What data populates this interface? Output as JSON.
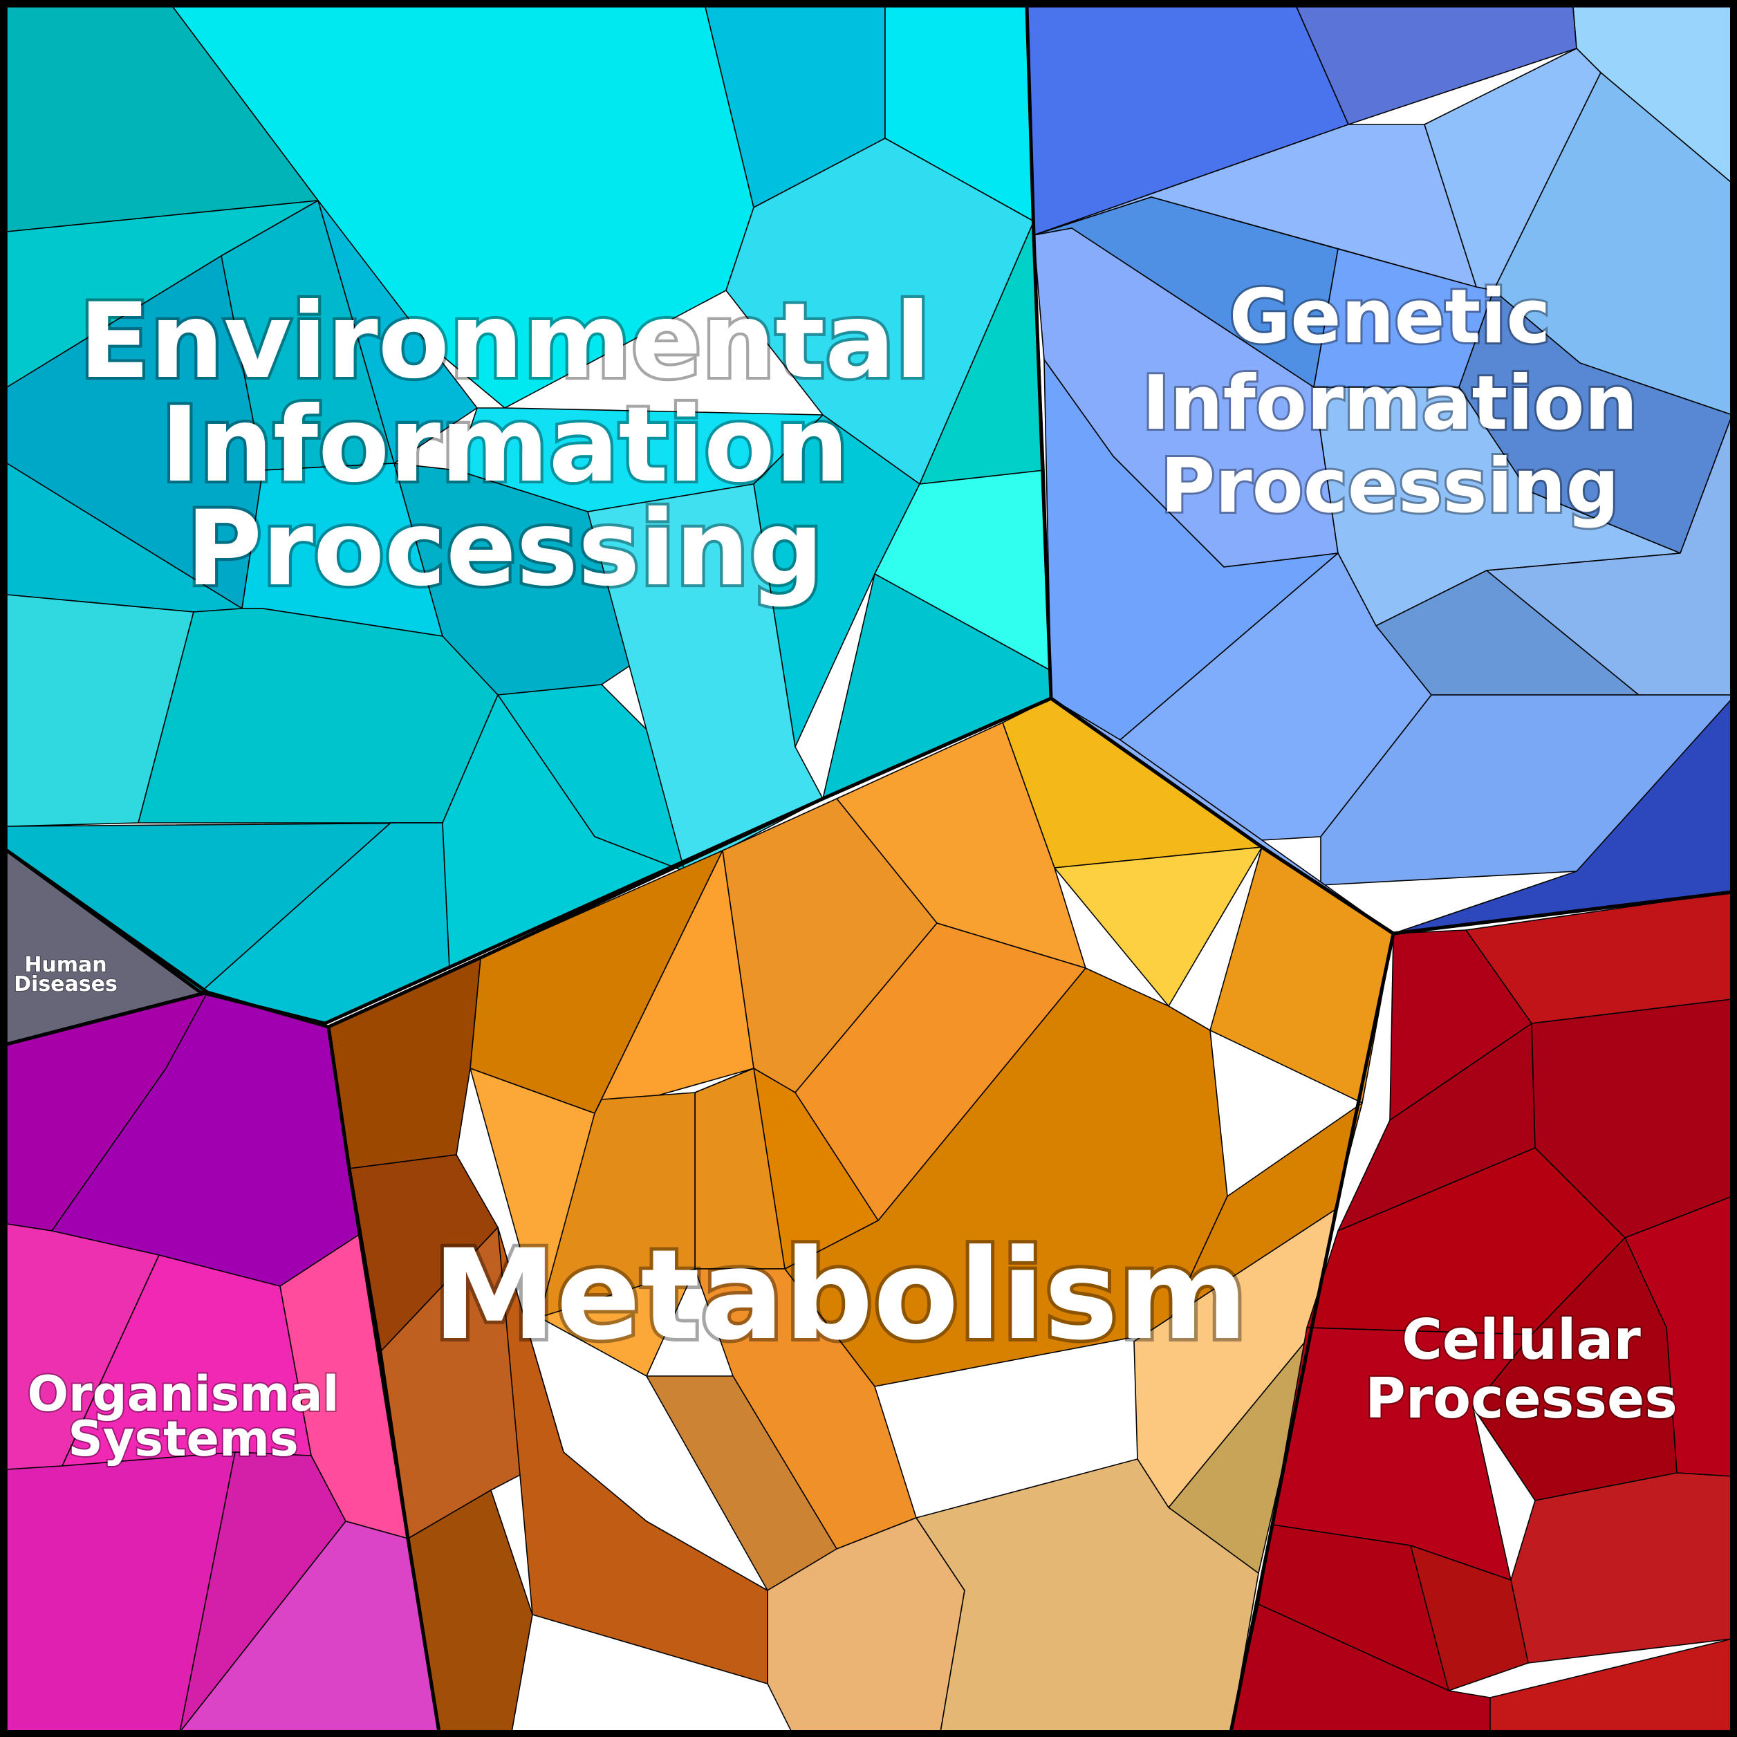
{
  "regions": [
    {
      "id": "environmental",
      "label_lines": [
        "Environmental",
        "Information",
        "Processing"
      ],
      "base_color": "#00c4d8",
      "cell_colors": [
        "#00b4b8",
        "#00e8f0",
        "#00c0e0",
        "#00e8f4",
        "#00c8cc",
        "#00b8cc",
        "#00b8d8",
        "#30dcf0",
        "#00a8c8",
        "#00bcd0",
        "#00d0e8",
        "#10e0f4",
        "#00c8d8",
        "#00b0c8",
        "#30d8e0",
        "#00c4cc",
        "#00c8d4",
        "#00b8cc",
        "#00c0d4",
        "#00ccd8",
        "#40e0f0",
        "#00d0c8",
        "#30fff0",
        "#00c4d0"
      ]
    },
    {
      "id": "genetic",
      "label_lines": [
        "Genetic",
        "Information",
        "Processing"
      ],
      "base_color": "#80aef8",
      "cell_colors": [
        "#4a74ee",
        "#5a74d8",
        "#98d4fc",
        "#90b8fc",
        "#90c0fc",
        "#80bcf4",
        "#5090e4",
        "#70a4fc",
        "#88acfc",
        "#5888d4",
        "#90c0f8",
        "#70a4fc",
        "#80acfc",
        "#6898d8",
        "#88b4f0",
        "#7aa8f4",
        "#2c48bc",
        "#88b0fc"
      ]
    },
    {
      "id": "metabolism",
      "label_lines": [
        "Metabolism"
      ],
      "base_color": "#e08a10",
      "cell_colors": [
        "#f4b818",
        "#f8a030",
        "#ec9428",
        "#d47c00",
        "#fca030",
        "#fcd040",
        "#d88000",
        "#e08400",
        "#f49428",
        "#ec9818",
        "#d88000",
        "#fca838",
        "#e8901c",
        "#e48c18",
        "#f09028",
        "#cc8434",
        "#9c4800",
        "#9a4208",
        "#c06020",
        "#a04e08",
        "#c05c14",
        "#ecb474",
        "#e4b874",
        "#c8a458",
        "#fcc880"
      ]
    },
    {
      "id": "cellular",
      "label_lines": [
        "Cellular",
        "Processes"
      ],
      "base_color": "#b00018",
      "cell_colors": [
        "#b00018",
        "#c01418",
        "#a80014",
        "#a80014",
        "#b40010",
        "#b80018",
        "#a40010",
        "#c01c20",
        "#b80018",
        "#b00014",
        "#b01010",
        "#b00018",
        "#c41818"
      ]
    },
    {
      "id": "organismal",
      "label_lines": [
        "Organismal",
        "Systems"
      ],
      "base_color": "#e020b0",
      "cell_colors": [
        "#a800a8",
        "#a000b0",
        "#ec30b0",
        "#f028b4",
        "#ff4c9c",
        "#e020b0",
        "#d420a8",
        "#dc44c8"
      ]
    },
    {
      "id": "human_diseases",
      "label_lines": [
        "Human",
        "Diseases"
      ],
      "base_color": "#666678",
      "cell_colors": [
        "#666678"
      ]
    }
  ]
}
